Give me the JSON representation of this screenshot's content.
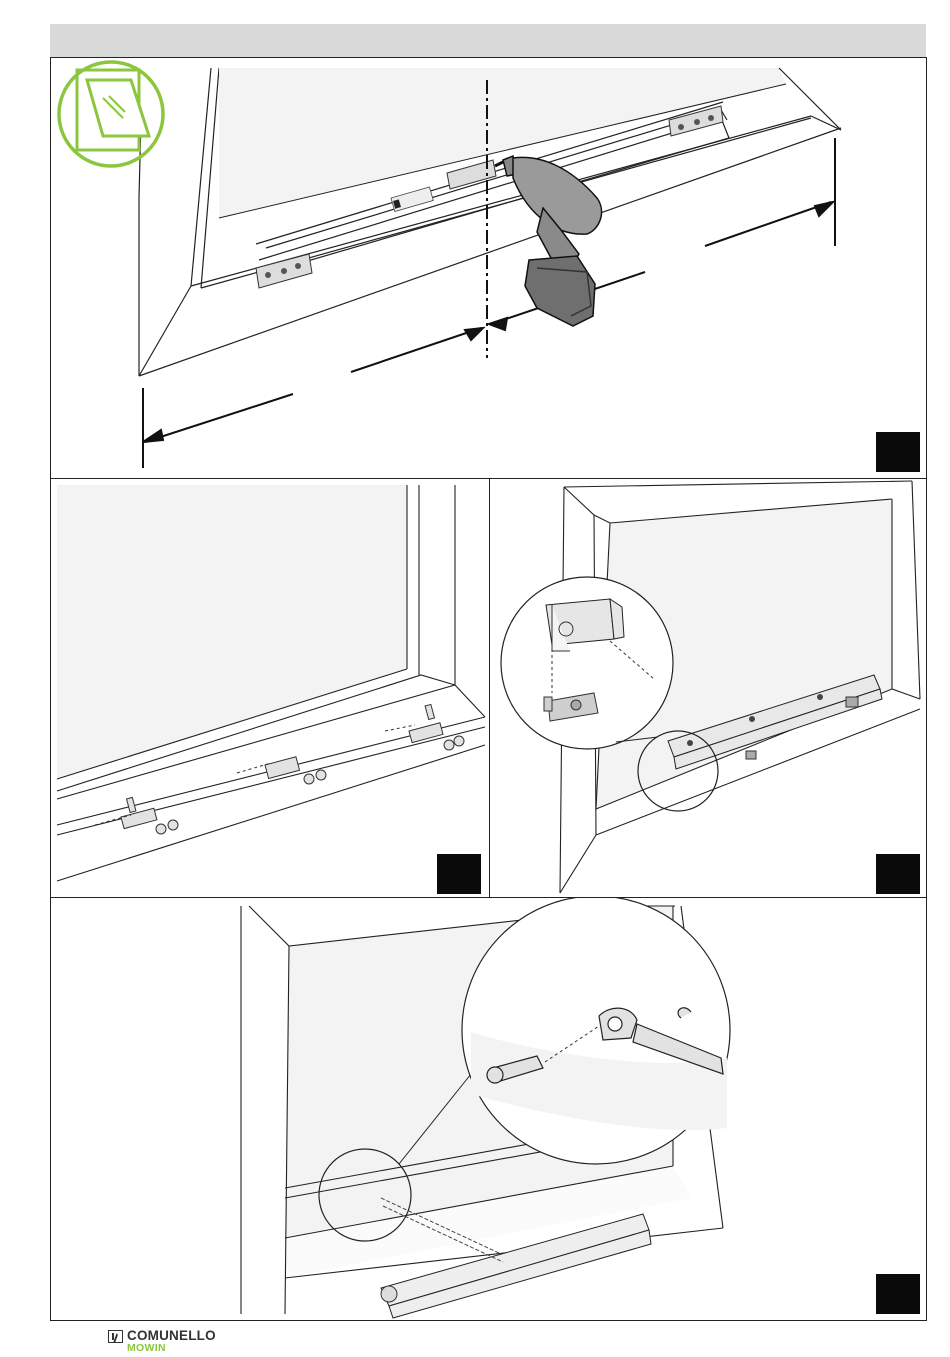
{
  "brand": {
    "name": "COMUNELLO",
    "sub": "MOWIN",
    "accent_color": "#8cc63f"
  },
  "icons": {
    "header": "top-hung-window-icon",
    "tool": "cordless-drill-icon"
  },
  "colors": {
    "header_bar": "#d9d9d9",
    "frame_stroke": "#222222",
    "glass": "#f3f3f3",
    "step_marker": "#0a0a0a"
  },
  "panels": [
    {
      "id": "panel-drill-measure",
      "step_label": ""
    },
    {
      "id": "panel-brackets",
      "step_label": ""
    },
    {
      "id": "panel-actuator-hook",
      "step_label": ""
    },
    {
      "id": "panel-chain-pin",
      "step_label": ""
    }
  ]
}
